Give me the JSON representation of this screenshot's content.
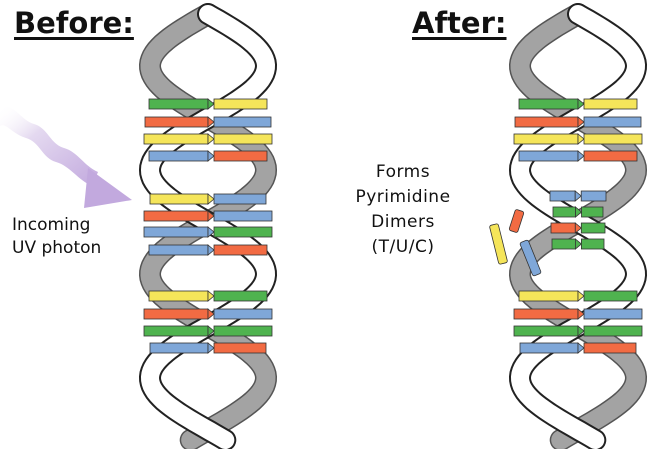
{
  "before": {
    "title": "Before:",
    "photon_label_line1": "Incoming",
    "photon_label_line2": "UV photon"
  },
  "after": {
    "title": "After:",
    "effect_line1": "Forms",
    "effect_line2": "Pyrimidine",
    "effect_line3": "Dimers",
    "effect_line4": "(T/U/C)"
  },
  "colors": {
    "base_red": "#f26b43",
    "base_yellow": "#f5e55a",
    "base_blue": "#7fa7d8",
    "base_green": "#4fb34f",
    "backbone_front": "#ffffff",
    "backbone_back": "#a3a3a3",
    "photon": "#c8b2e0"
  }
}
